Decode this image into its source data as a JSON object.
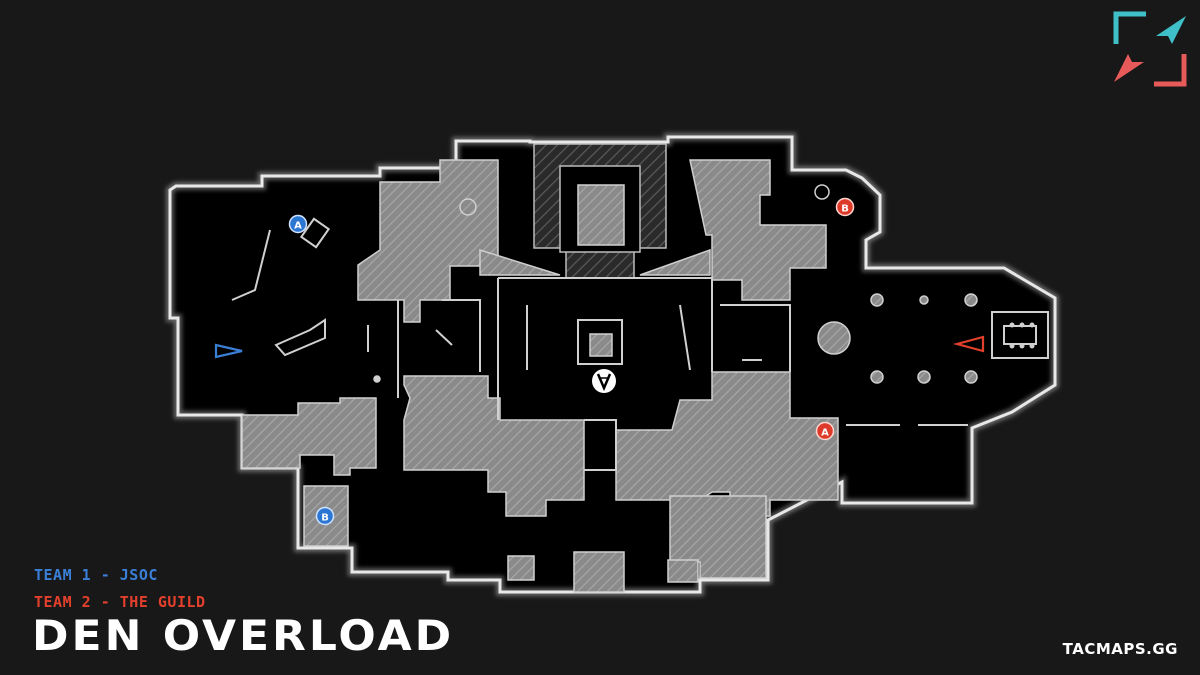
{
  "map": {
    "name": "DEN OVERLOAD",
    "team1": "TEAM 1 - JSOC",
    "team2": "TEAM 2 - THE GUILD",
    "brand": "TACMAPS.GG",
    "colors": {
      "background": "#181818",
      "floor": "#000000",
      "outline": "#d8d8d8",
      "cover": "#8a8a8a",
      "team1": "#3a7fd6",
      "team2": "#e2402c",
      "logo_cyan": "#3fc0c8",
      "logo_red": "#e85a5a"
    },
    "markers": [
      {
        "team": "team1",
        "label": "A"
      },
      {
        "team": "team1",
        "label": "B"
      },
      {
        "team": "team2",
        "label": "A"
      },
      {
        "team": "team2",
        "label": "B"
      }
    ],
    "spawn_icons": [
      "team1-spawn-triangle-icon",
      "team2-spawn-triangle-icon"
    ],
    "objective_icon": "domination-flag-icon",
    "logo_icon": "tacmaps-logo-icon"
  }
}
